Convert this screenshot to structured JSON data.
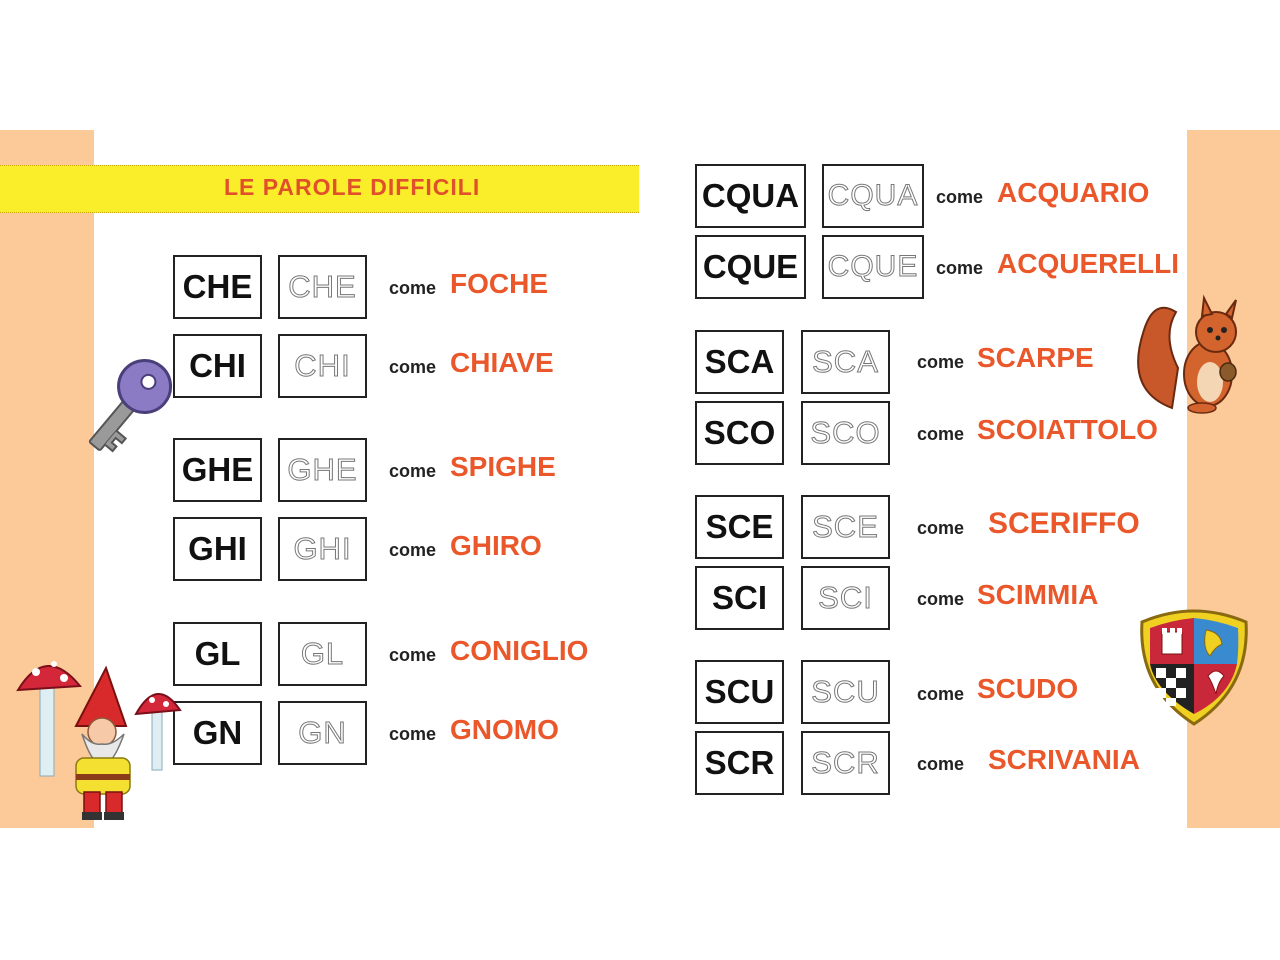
{
  "title": "LE PAROLE DIFFICILI",
  "left_rows": [
    {
      "syllable": "CHE",
      "trace": "CHE",
      "come": "come",
      "word": "FOCHE"
    },
    {
      "syllable": "CHI",
      "trace": "CHI",
      "come": "come",
      "word": "CHIAVE"
    },
    {
      "syllable": "GHE",
      "trace": "GHE",
      "come": "come",
      "word": "SPIGHE"
    },
    {
      "syllable": "GHI",
      "trace": "GHI",
      "come": "come",
      "word": "GHIRO"
    },
    {
      "syllable": "GL",
      "trace": "GL",
      "come": "come",
      "word": "CONIGLIO"
    },
    {
      "syllable": "GN",
      "trace": "GN",
      "come": "come",
      "word": "GNOMO"
    }
  ],
  "right_rows": [
    {
      "syllable": "CQUA",
      "trace": "CQUA",
      "come": "come",
      "word": "ACQUARIO"
    },
    {
      "syllable": "CQUE",
      "trace": "CQUE",
      "come": "come",
      "word": "ACQUERELLI"
    },
    {
      "syllable": "SCA",
      "trace": "SCA",
      "come": "come",
      "word": "SCARPE"
    },
    {
      "syllable": "SCO",
      "trace": "SCO",
      "come": "come",
      "word": "SCOIATTOLO"
    },
    {
      "syllable": "SCE",
      "trace": "SCE",
      "come": "come",
      "word": "SCERIFFO"
    },
    {
      "syllable": "SCI",
      "trace": "SCI",
      "come": "come",
      "word": "SCIMMIA"
    },
    {
      "syllable": "SCU",
      "trace": "SCU",
      "come": "come",
      "word": "SCUDO"
    },
    {
      "syllable": "SCR",
      "trace": "SCR",
      "come": "come",
      "word": "SCRIVANIA"
    }
  ],
  "colors": {
    "band": "#fcc998",
    "title_bar": "#faee2a",
    "accent": "#e9572a"
  },
  "illustrations": [
    "key-icon",
    "gnome-icon",
    "mushroom-icon",
    "squirrel-icon",
    "shield-icon"
  ]
}
